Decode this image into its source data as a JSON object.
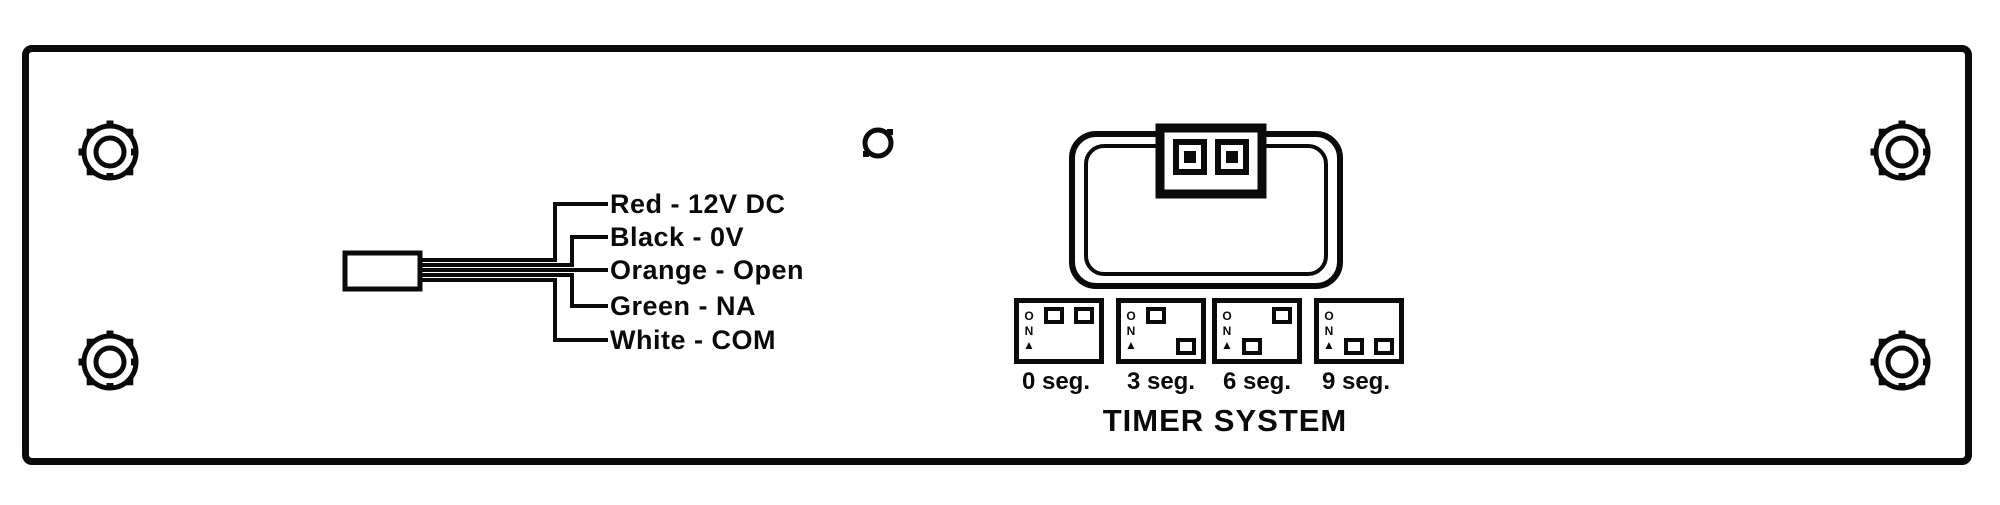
{
  "diagram": {
    "title": "TIMER SYSTEM",
    "colors": {
      "ink": "#0a0a0a",
      "background": "#ffffff"
    },
    "wire_connector": {
      "labels": [
        "Red - 12V DC",
        "Black - 0V",
        "Orange - Open",
        "Green - NA",
        "White - COM"
      ]
    },
    "dip_marking": {
      "letters": [
        "O",
        "N",
        "▲"
      ]
    },
    "timer_switches": [
      {
        "label": "0 seg.",
        "states": [
          "up",
          "up"
        ]
      },
      {
        "label": "3 seg.",
        "states": [
          "up",
          "down"
        ]
      },
      {
        "label": "6 seg.",
        "states": [
          "down",
          "up"
        ]
      },
      {
        "label": "9 seg.",
        "states": [
          "down",
          "down"
        ]
      }
    ]
  }
}
